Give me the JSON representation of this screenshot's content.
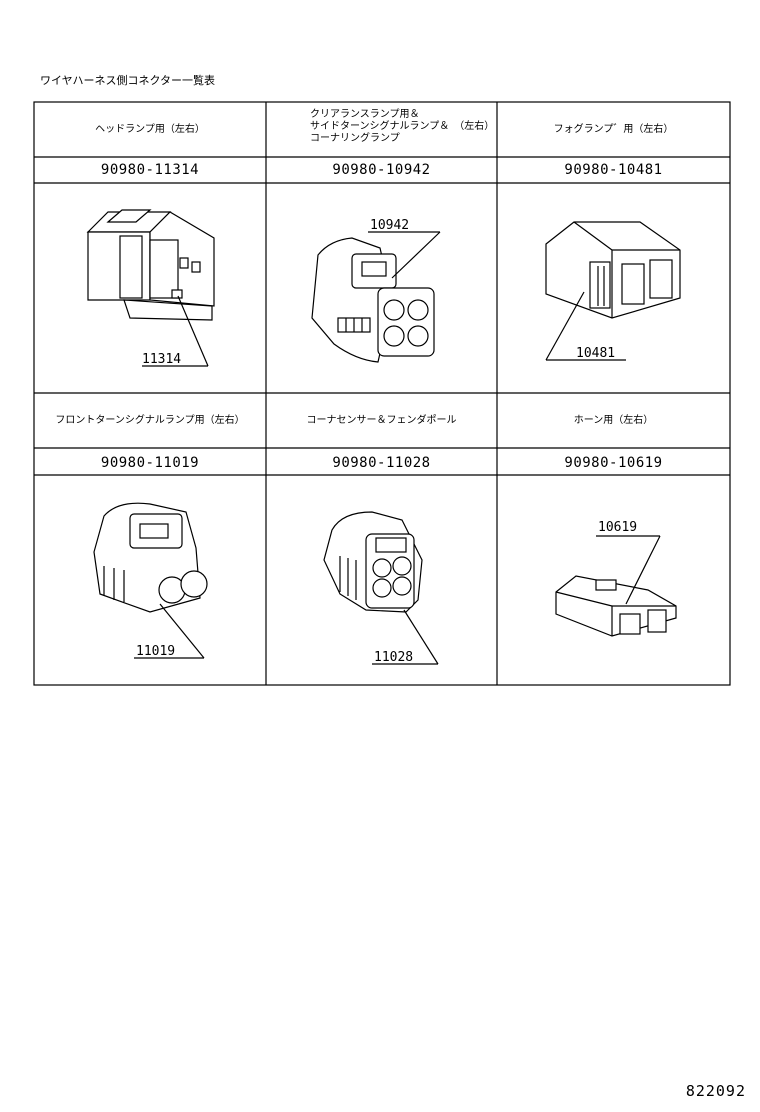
{
  "title": "ワイヤハーネス側コネクター一覧表",
  "cells": [
    {
      "label_lines": [
        "ヘッドランプ用（左右）"
      ],
      "part_number": "90980-11314",
      "callout": "11314"
    },
    {
      "label_lines": [
        "クリアランスランプ用＆",
        "サイドターンシグナルランプ＆　（左右）",
        "コーナリングランプ"
      ],
      "part_number": "90980-10942",
      "callout": "10942"
    },
    {
      "label_lines": [
        "フォグランプ゛用（左右）"
      ],
      "part_number": "90980-10481",
      "callout": "10481"
    },
    {
      "label_lines": [
        "フロントターンシグナルランプ用（左右）"
      ],
      "part_number": "90980-11019",
      "callout": "11019"
    },
    {
      "label_lines": [
        "コーナセンサー＆フェンダポール"
      ],
      "part_number": "90980-11028",
      "callout": "11028"
    },
    {
      "label_lines": [
        "ホーン用（左右）"
      ],
      "part_number": "90980-10619",
      "callout": "10619"
    }
  ],
  "footer_code": "822092"
}
